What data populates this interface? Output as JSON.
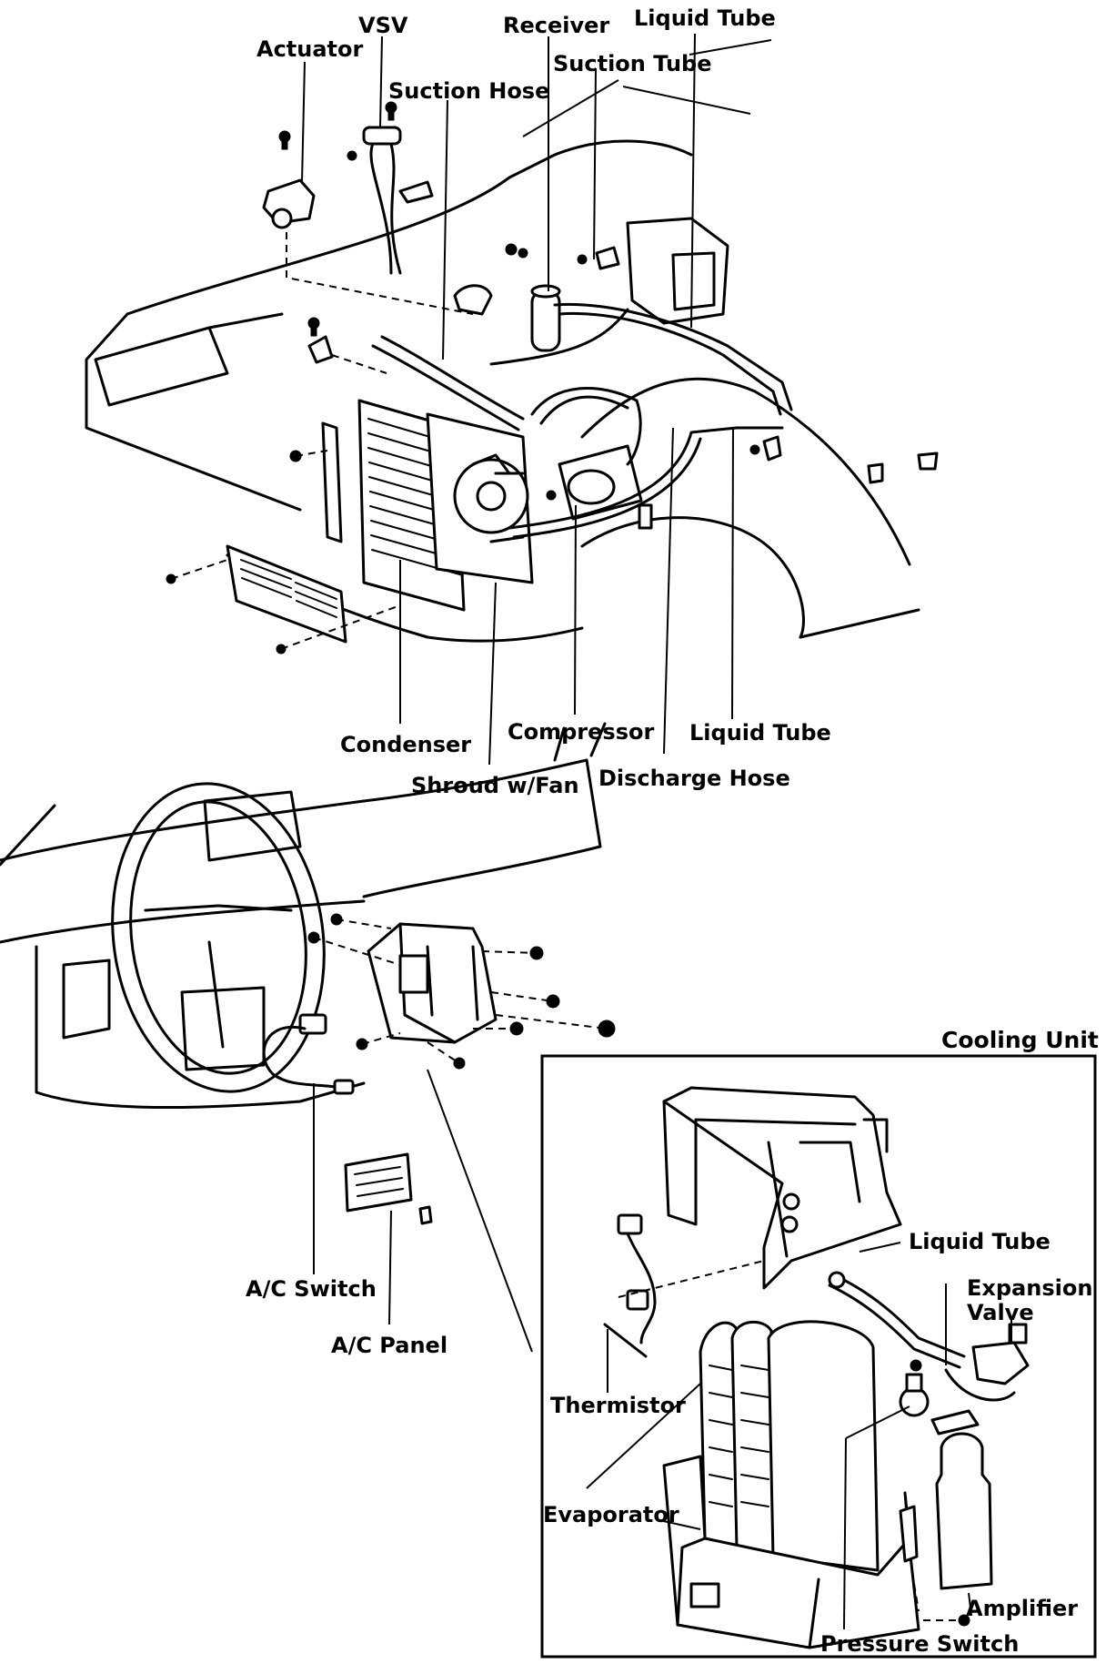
{
  "labels": {
    "actuator": "Actuator",
    "vsv": "VSV",
    "receiver": "Receiver",
    "liquid_tube_top": "Liquid Tube",
    "suction_tube": "Suction Tube",
    "suction_hose": "Suction Hose",
    "condenser": "Condenser",
    "shroud_w_fan": "Shroud w/Fan",
    "compressor": "Compressor",
    "discharge_hose": "Discharge Hose",
    "liquid_tube_bottom": "Liquid Tube",
    "ac_switch": "A/C Switch",
    "ac_panel": "A/C Panel",
    "cooling_unit": "Cooling Unit",
    "liquid_tube_unit": "Liquid Tube",
    "expansion_valve_line1": "Expansion",
    "expansion_valve_line2": "Valve",
    "thermistor": "Thermistor",
    "evaporator": "Evaporator",
    "amplifier": "Amplifier",
    "pressure_switch": "Pressure Switch"
  },
  "icons": [
    "bolt-icon",
    "nut-icon",
    "clip-icon",
    "connector-icon"
  ]
}
